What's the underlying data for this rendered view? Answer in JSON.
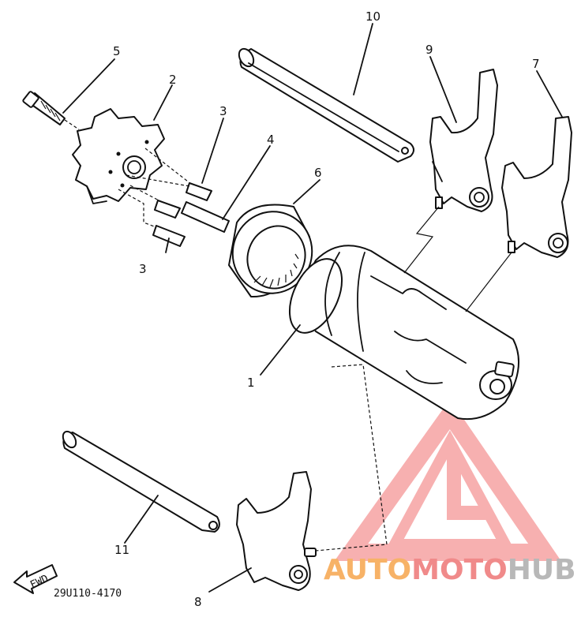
{
  "callouts": {
    "c1": "1",
    "c2": "2",
    "c3a": "3",
    "c3b": "3",
    "c4": "4",
    "c5": "5",
    "c6": "6",
    "c7": "7",
    "c8": "8",
    "c9": "9",
    "c10": "10",
    "c11": "11"
  },
  "fwd_label": "FWD",
  "diagram_code": "29U110-4170",
  "watermark": {
    "part1": "AUTO",
    "part2": "MOTO",
    "part3": "HUB",
    "colors": {
      "auto": "#f7b267",
      "moto": "#f08a8a",
      "hub": "#b8b8b8",
      "logo": "#f6a3a3"
    }
  },
  "icons": {
    "fwd_arrow": "left-arrow-icon",
    "logo": "triangle-m-logo-icon"
  }
}
